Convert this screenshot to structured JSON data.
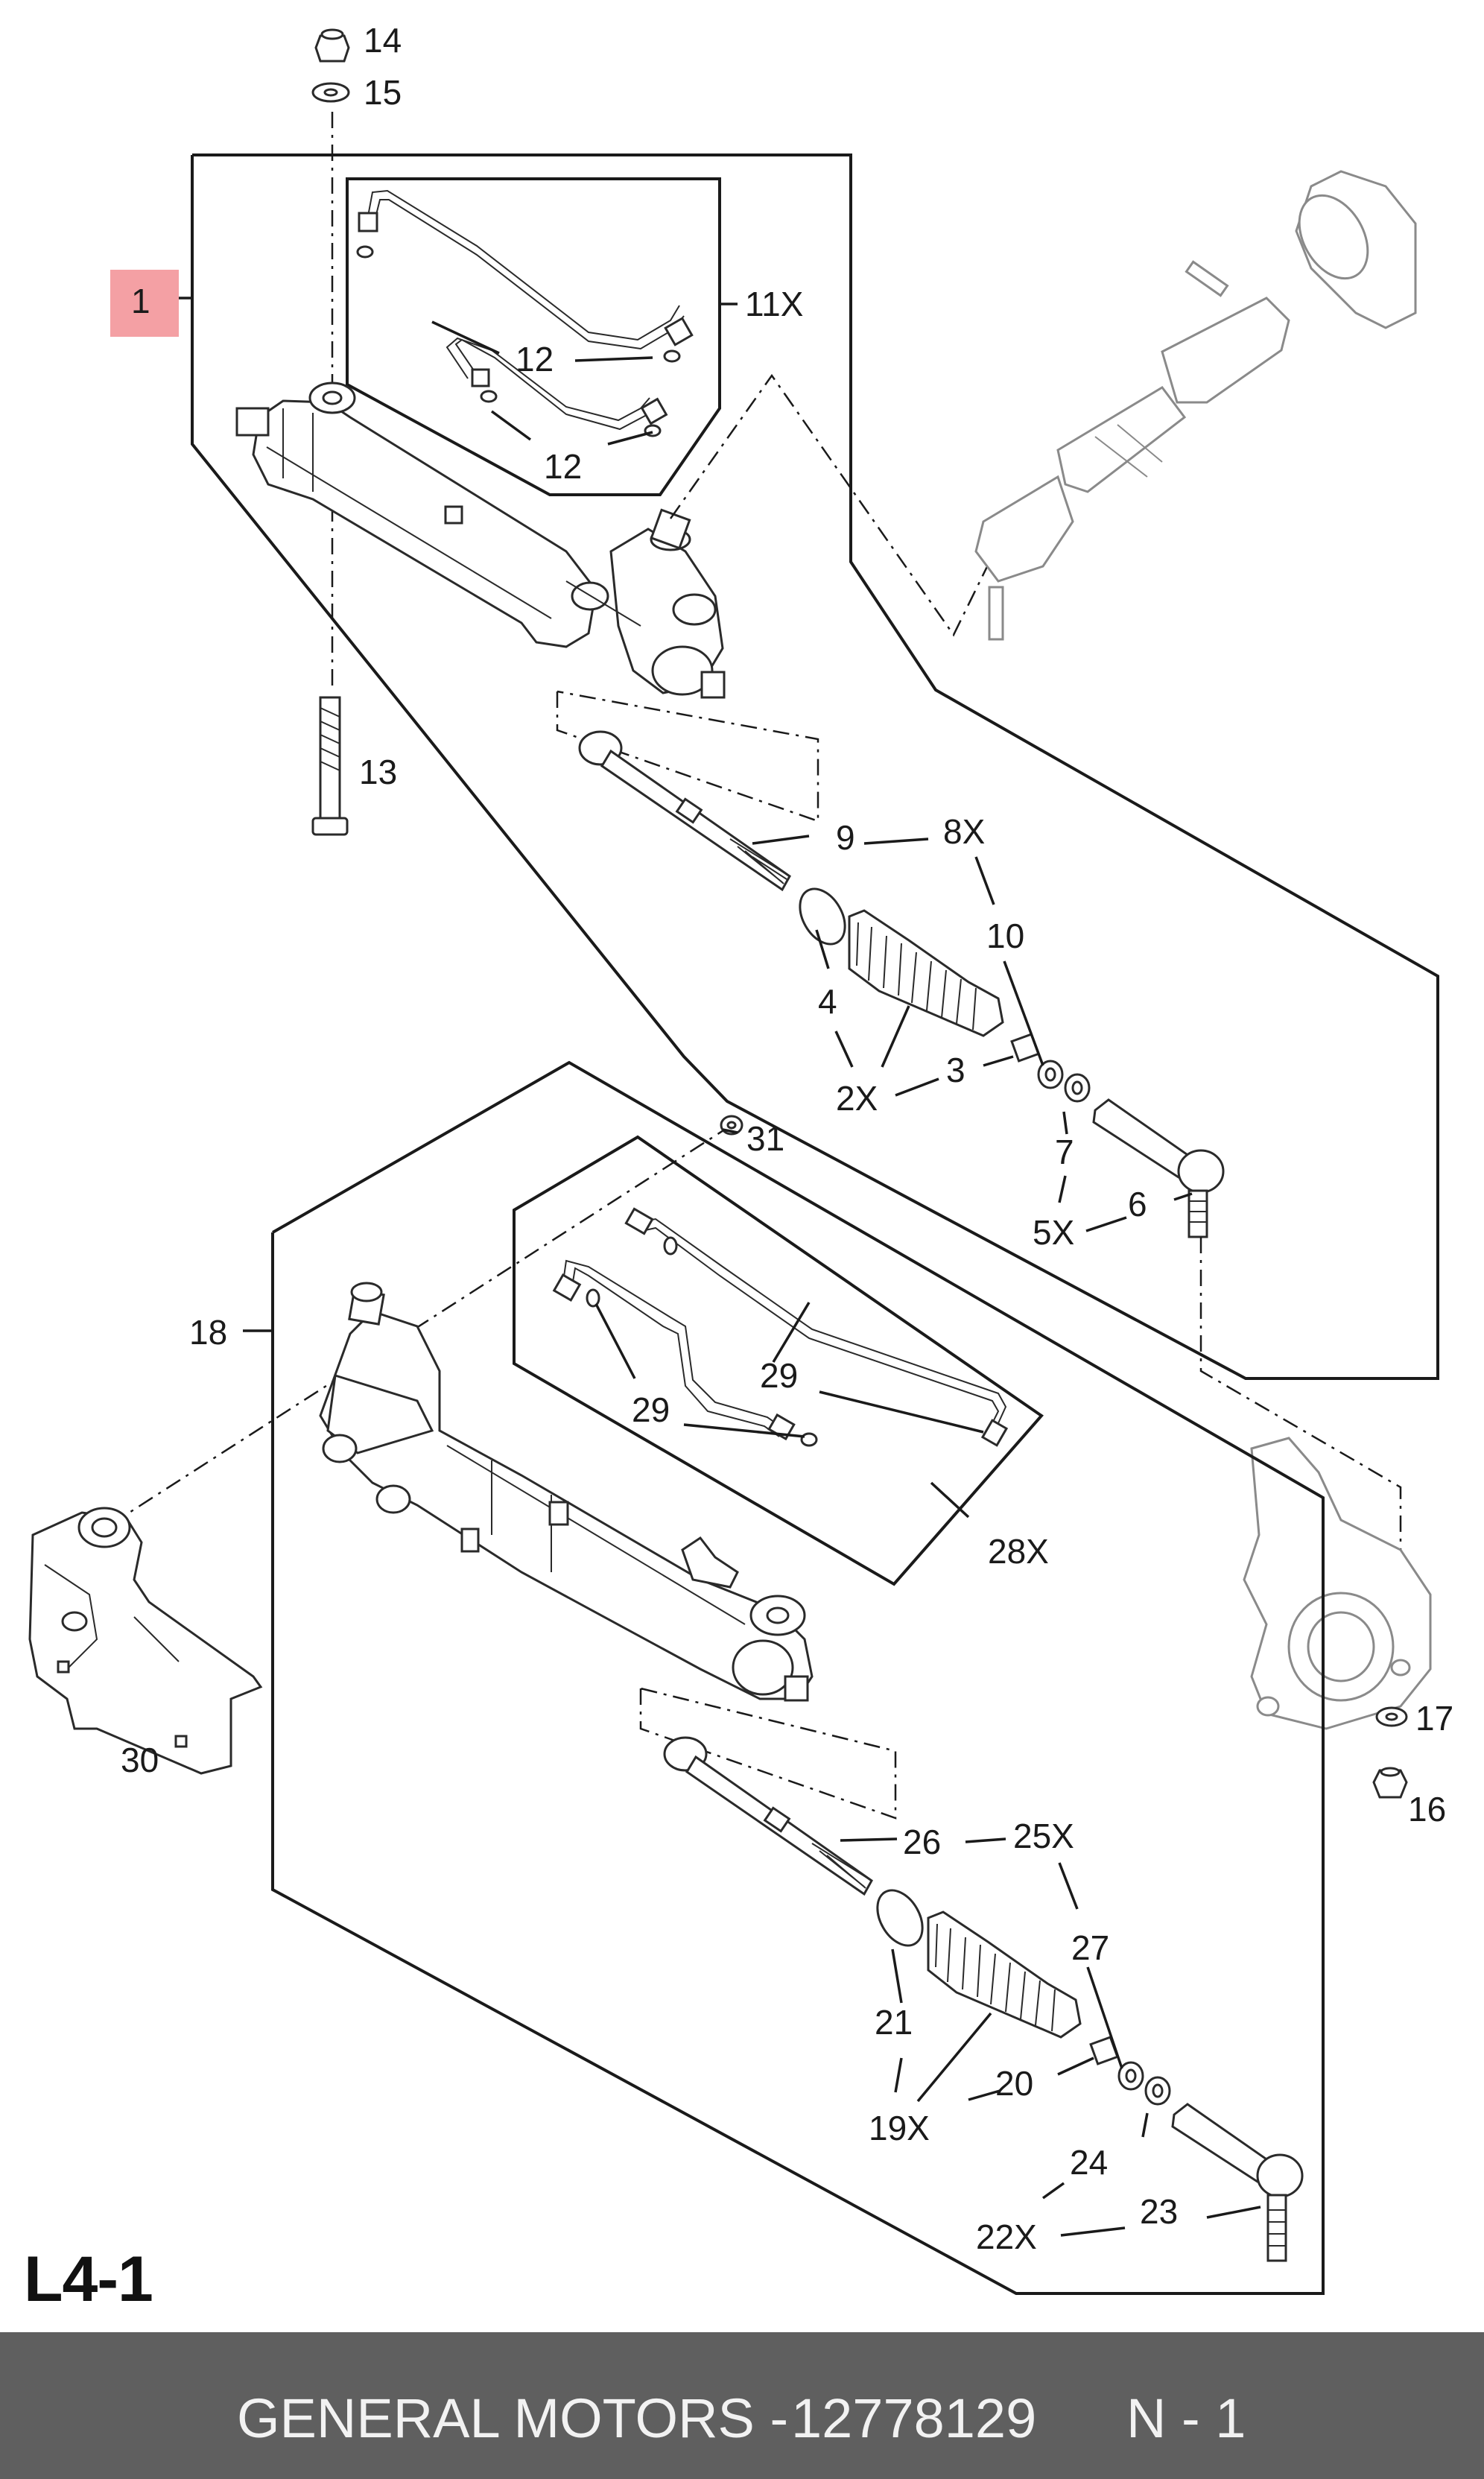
{
  "diagram": {
    "page_code": "L4-1",
    "highlight_color": "#f4a0a4",
    "callouts": {
      "c1": "1",
      "c2x": "2X",
      "c3": "3",
      "c4": "4",
      "c5x": "5X",
      "c6": "6",
      "c7": "7",
      "c8x": "8X",
      "c9": "9",
      "c10": "10",
      "c11x": "11X",
      "c12a": "12",
      "c12b": "12",
      "c13": "13",
      "c14": "14",
      "c15": "15",
      "c16": "16",
      "c17": "17",
      "c18": "18",
      "c19x": "19X",
      "c20": "20",
      "c21": "21",
      "c22x": "22X",
      "c23": "23",
      "c24": "24",
      "c25x": "25X",
      "c26": "26",
      "c27": "27",
      "c28x": "28X",
      "c29a": "29",
      "c29b": "29",
      "c30": "30",
      "c31": "31"
    }
  },
  "footer": {
    "brand": "GENERAL MOTORS -",
    "part_number": "12778129",
    "quantity": "N - 1",
    "background": "#5f5f5f"
  }
}
